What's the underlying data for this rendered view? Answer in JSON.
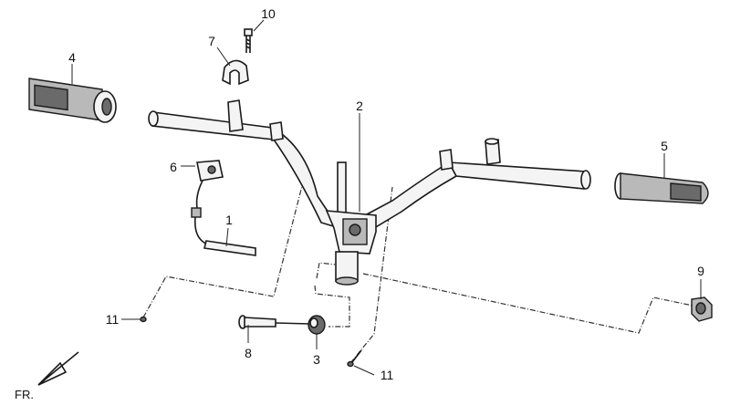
{
  "diagram": {
    "callouts": [
      {
        "id": "c1",
        "label": "1"
      },
      {
        "id": "c2",
        "label": "2"
      },
      {
        "id": "c3",
        "label": "3"
      },
      {
        "id": "c4",
        "label": "4"
      },
      {
        "id": "c5",
        "label": "5"
      },
      {
        "id": "c6",
        "label": "6"
      },
      {
        "id": "c7",
        "label": "7"
      },
      {
        "id": "c8",
        "label": "8"
      },
      {
        "id": "c9",
        "label": "9"
      },
      {
        "id": "c10",
        "label": "10"
      },
      {
        "id": "c11a",
        "label": "11"
      },
      {
        "id": "c11b",
        "label": "11"
      }
    ],
    "front_indicator": "FR."
  }
}
